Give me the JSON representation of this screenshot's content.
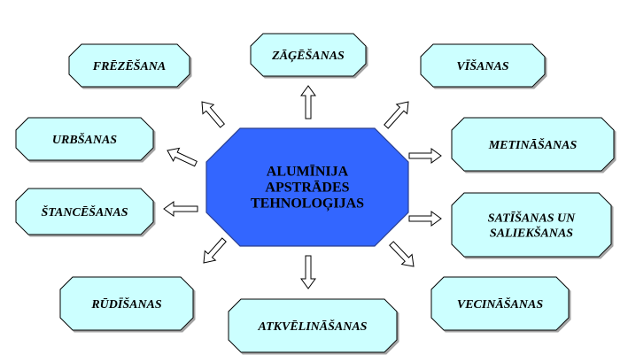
{
  "center": {
    "lines": [
      "ALUMĪNIJA",
      "APSTRĀDES",
      "TEHNOLOĢIJAS"
    ],
    "fill": "#3366ff"
  },
  "node_fill": "#ccffff",
  "nodes": [
    {
      "id": "frezesana",
      "lines": [
        "FRĒZĒŠANA"
      ]
    },
    {
      "id": "zagesanas",
      "lines": [
        "ZĀĢĒŠANAS"
      ]
    },
    {
      "id": "visanas",
      "lines": [
        "VĪŠANAS"
      ]
    },
    {
      "id": "urbsanas",
      "lines": [
        "URBŠANAS"
      ]
    },
    {
      "id": "metinasanas",
      "lines": [
        "METINĀŠANAS"
      ]
    },
    {
      "id": "stancesanas",
      "lines": [
        "ŠTANCĒŠANAS"
      ]
    },
    {
      "id": "satisanas",
      "lines": [
        "SATĪŠANAS UN",
        "SALIEKŠANAS"
      ]
    },
    {
      "id": "rudisanas",
      "lines": [
        "RŪDĪŠANAS"
      ]
    },
    {
      "id": "atkvelinasanas",
      "lines": [
        "ATKVĒLINĀŠANAS"
      ]
    },
    {
      "id": "vecinasanas",
      "lines": [
        "VECINĀŠANAS"
      ]
    }
  ]
}
